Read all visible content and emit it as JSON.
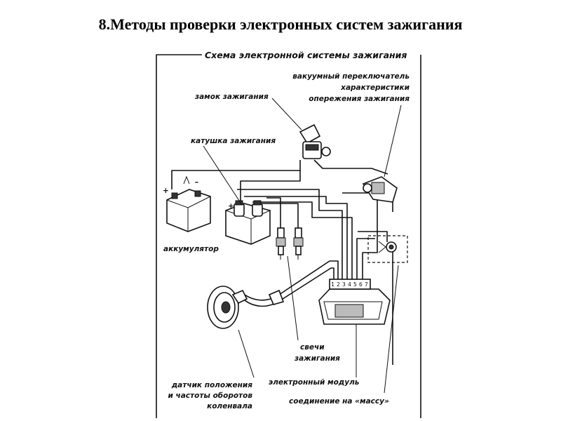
{
  "slide": {
    "title": "8.Методы проверки электронных систем зажигания"
  },
  "diagram": {
    "frame_title": "Схема электронной системы зажигания",
    "labels": {
      "ignition_lock": "замок зажигания",
      "vacuum_switch_1": "вакуумный переключатель",
      "vacuum_switch_2": "характеристики",
      "vacuum_switch_3": "опережения зажигания",
      "ignition_coil": "катушка зажигания",
      "battery": "аккумулятор",
      "spark_plugs_1": "свечи",
      "spark_plugs_2": "зажигания",
      "electronic_module": "электронный модуль",
      "crank_sensor_1": "датчик положения",
      "crank_sensor_2": "и частоты оборотов",
      "crank_sensor_3": "коленвала",
      "ground_connection": "соединение на «массу»"
    },
    "battery_terminals": {
      "plus": "+",
      "minus": "–"
    },
    "coil_terminal": "+",
    "module_pins": [
      "1",
      "2",
      "3",
      "4",
      "5",
      "6",
      "7"
    ]
  }
}
